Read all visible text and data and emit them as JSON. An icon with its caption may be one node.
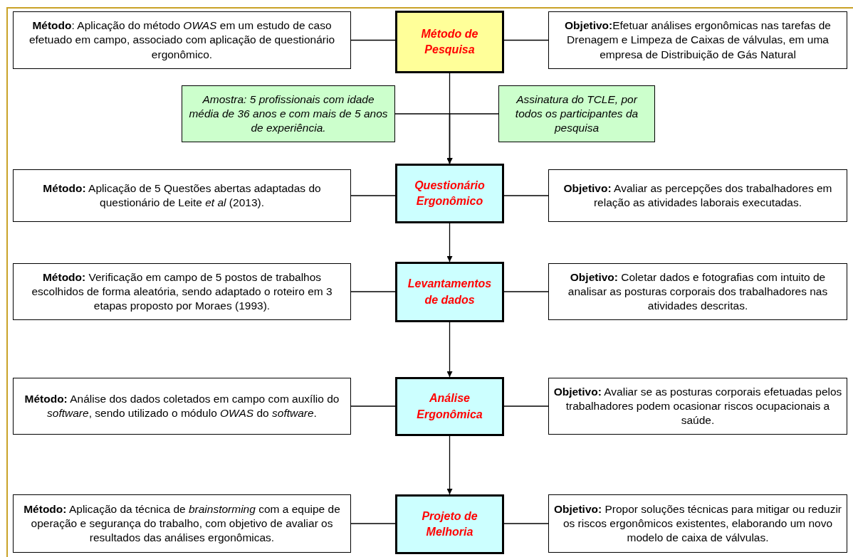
{
  "diagram": {
    "nodes": [
      {
        "text": [
          "**Método**: Aplicação do método *OWAS* em um estudo de caso efetuado em campo, associado com aplicação de questionário ergonômico."
        ]
      },
      {
        "text": [
          "Método de Pesquisa"
        ]
      },
      {
        "text": [
          "**Objetivo:**Efetuar análises ergonômicas nas tarefas de Drenagem e Limpeza de Caixas de válvulas, em uma empresa de Distribuição de Gás Natural"
        ]
      },
      {
        "text": [
          "Amostra: 5 profissionais com idade média de 36 anos e com mais de 5 anos de experiência."
        ]
      },
      {
        "text": [
          "Assinatura do TCLE, por todos os participantes da pesquisa"
        ]
      },
      {
        "text": [
          "**Método:** Aplicação de 5 Questões abertas adaptadas do questionário de Leite *et al* (2013)."
        ]
      },
      {
        "text": [
          "Questionário Ergonômico"
        ]
      },
      {
        "text": [
          "**Objetivo:** Avaliar as percepções dos trabalhadores em relação as atividades laborais executadas."
        ]
      },
      {
        "text": [
          "**Método:** Verificação em campo de 5 postos de trabalhos escolhidos de forma aleatória, sendo adaptado o roteiro em 3 etapas proposto por Moraes (1993)."
        ]
      },
      {
        "text": [
          "Levantamentos de dados"
        ]
      },
      {
        "text": [
          "**Objetivo:** Coletar dados e fotografias com intuito de analisar as posturas corporais dos trabalhadores nas atividades descritas."
        ]
      },
      {
        "text": [
          "**Método:** Análise dos dados coletados em campo com auxílio do *software*, sendo utilizado o módulo *OWAS* do *software*."
        ]
      },
      {
        "text": [
          "Análise Ergonômica"
        ]
      },
      {
        "text": [
          "**Objetivo:** Avaliar se as posturas corporais efetuadas pelos trabalhadores podem ocasionar riscos ocupacionais a saúde."
        ]
      },
      {
        "text": [
          "**Método:** Aplicação da técnica de *brainstorming* com a equipe de operação e segurança do trabalho, com objetivo de avaliar os resultados das análises ergonômicas."
        ]
      },
      {
        "text": [
          "Projeto de Melhoria"
        ]
      },
      {
        "text": [
          "**Objetivo:** Propor soluções técnicas para mitigar ou reduzir os riscos ergonômicos existentes, elaborando um novo modelo de caixa de válvulas."
        ]
      }
    ],
    "edges": [
      {
        "from": 0,
        "to": 1,
        "arrow": "none"
      },
      {
        "from": 1,
        "to": 2,
        "arrow": "none"
      },
      {
        "from": 1,
        "to": 6,
        "arrow": "to"
      },
      {
        "from": 3,
        "to": 6,
        "arrow": "to"
      },
      {
        "from": 4,
        "to": 6,
        "arrow": "to"
      },
      {
        "from": 5,
        "to": 6,
        "arrow": "none"
      },
      {
        "from": 6,
        "to": 7,
        "arrow": "none"
      },
      {
        "from": 6,
        "to": 9,
        "arrow": "to"
      },
      {
        "from": 8,
        "to": 9,
        "arrow": "none"
      },
      {
        "from": 9,
        "to": 10,
        "arrow": "none"
      },
      {
        "from": 9,
        "to": 12,
        "arrow": "to"
      },
      {
        "from": 11,
        "to": 12,
        "arrow": "none"
      },
      {
        "from": 12,
        "to": 13,
        "arrow": "none"
      },
      {
        "from": 12,
        "to": 15,
        "arrow": "to"
      },
      {
        "from": 14,
        "to": 15,
        "arrow": "none"
      },
      {
        "from": 15,
        "to": 16,
        "arrow": "none"
      }
    ]
  }
}
